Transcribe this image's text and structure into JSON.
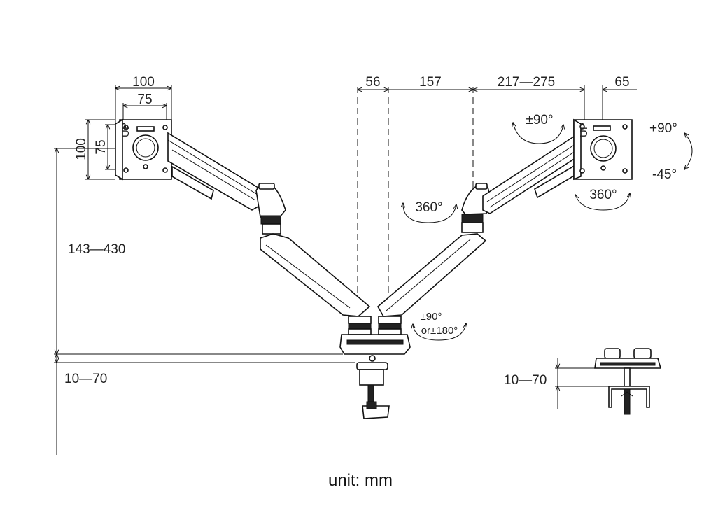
{
  "dimensions": {
    "vesa_outer_h": "100",
    "vesa_inner_h": "75",
    "vesa_outer_v": "100",
    "vesa_inner_v": "75",
    "offset_56": "56",
    "offset_157": "157",
    "reach": "217—275",
    "offset_65": "65",
    "height_range": "143—430",
    "clamp_left": "10—70",
    "clamp_right": "10—70"
  },
  "rotations": {
    "tilt_up": "+90°",
    "tilt_down": "-45°",
    "swivel_head": "±90°",
    "rotate_head": "360°",
    "rotate_elbow": "360°",
    "base_line1": "±90°",
    "base_line2": "or±180°"
  },
  "vesa_plate_mark": "UP",
  "unit_label": "unit: mm"
}
